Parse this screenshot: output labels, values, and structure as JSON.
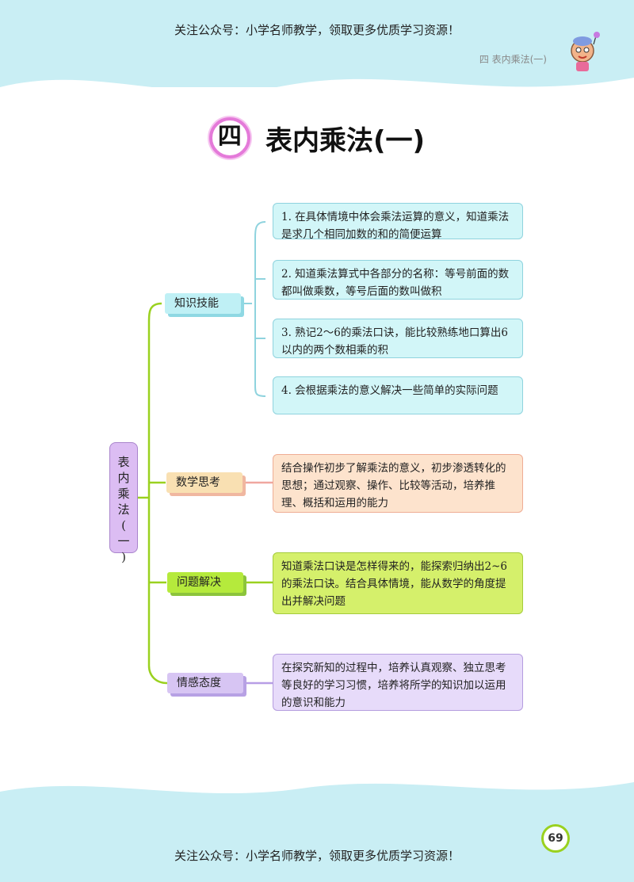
{
  "header": {
    "notice": "关注公众号：小学名师教学，领取更多优质学习资源！",
    "running_head": "四   表内乘法(一)"
  },
  "title": {
    "number": "四",
    "text": "表内乘法(一)"
  },
  "mindmap": {
    "root_chars": [
      "表",
      "内",
      "乘",
      "法",
      "(",
      "一",
      ")"
    ],
    "categories": [
      {
        "label": "知识技能",
        "items": [
          "1. 在具体情境中体会乘法运算的意义，知道乘法是求几个相同加数的和的简便运算",
          "2. 知道乘法算式中各部分的名称：等号前面的数都叫做乘数，等号后面的数叫做积",
          "3. 熟记2～6的乘法口诀，能比较熟练地口算出6以内的两个数相乘的积",
          "4. 会根据乘法的意义解决一些简单的实际问题"
        ]
      },
      {
        "label": "数学思考",
        "items": [
          "结合操作初步了解乘法的意义，初步渗透转化的思想；通过观察、操作、比较等活动，培养推理、概括和运用的能力"
        ]
      },
      {
        "label": "问题解决",
        "items": [
          "知道乘法口诀是怎样得来的，能探索归纳出2~6的乘法口诀。结合具体情境，能从数学的角度提出并解决问题"
        ]
      },
      {
        "label": "情感态度",
        "items": [
          "在探究新知的过程中，培养认真观察、独立思考等良好的学习习惯，培养将所学的知识加以运用的意识和能力"
        ]
      }
    ]
  },
  "footer": {
    "notice": "关注公众号：小学名师教学，领取更多优质学习资源！",
    "page_number": "69"
  },
  "colors": {
    "band": "#c9eef4",
    "cyan_box": "#d2f6f8",
    "orange_box": "#fde3cd",
    "green_box": "#d5f06b",
    "purple_box": "#e7dbfa",
    "root_box": "#dcbdf3"
  },
  "icons": {
    "mascot": "cartoon-mascot-icon"
  }
}
